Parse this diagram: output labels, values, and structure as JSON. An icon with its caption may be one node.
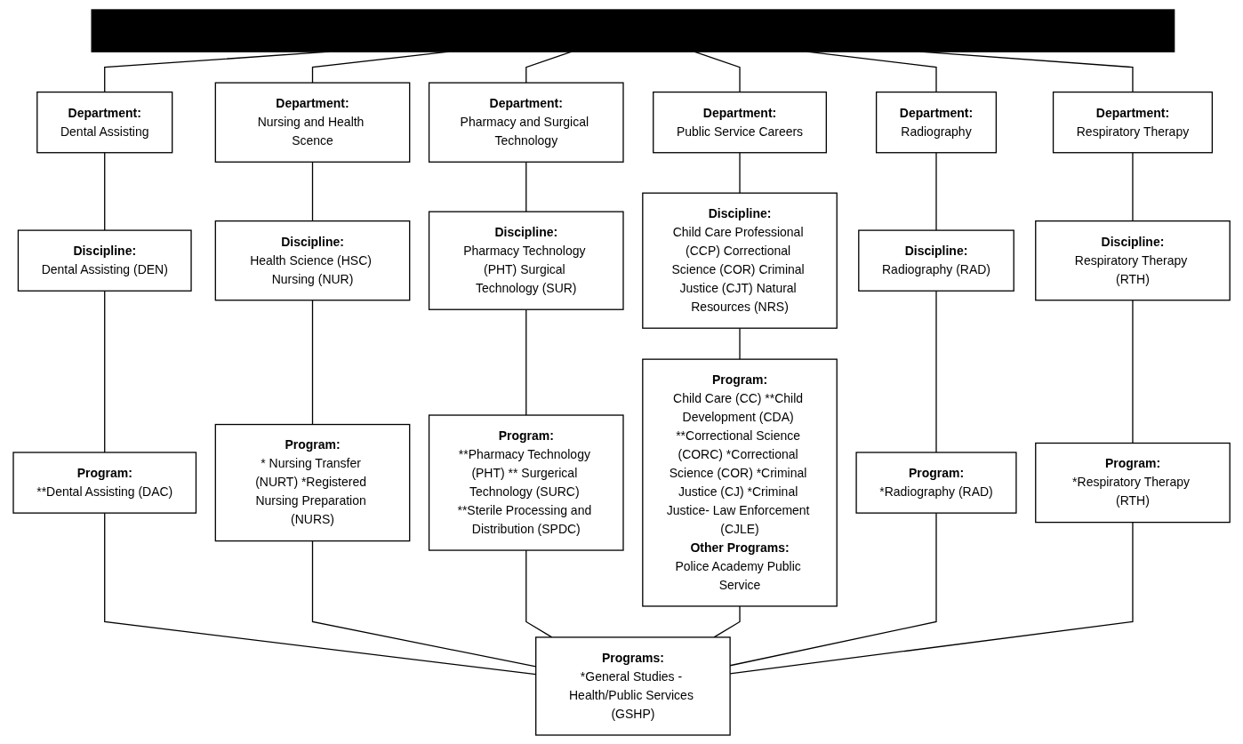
{
  "diagram": {
    "nodes": [
      {
        "text": [],
        "shape": "bar"
      },
      {
        "text": [
          "Department:",
          "Dental Assisting"
        ]
      },
      {
        "text": [
          "Discipline:",
          "Dental Assisting (DEN)"
        ]
      },
      {
        "text": [
          "Program:",
          "**Dental Assisting (DAC)"
        ]
      },
      {
        "text": [
          "Department:",
          "Nursing and Health Scence"
        ]
      },
      {
        "text": [
          "Discipline:",
          "Health Science (HSC) Nursing (NUR)"
        ]
      },
      {
        "text": [
          "Program:",
          "* Nursing Transfer (NURT) *Registered Nursing Preparation (NURS)"
        ]
      },
      {
        "text": [
          "Department:",
          "Pharmacy and Surgical Technology"
        ]
      },
      {
        "text": [
          "Discipline:",
          "Pharmacy Technology (PHT) Surgical Technology (SUR)"
        ]
      },
      {
        "text": [
          "Program:",
          "**Pharmacy Technology (PHT) ** Surgerical Technology (SURC) **Sterile Processing and Distribution (SPDC)"
        ]
      },
      {
        "text": [
          "Department:",
          "Public Service Careers"
        ]
      },
      {
        "text": [
          "Discipline:",
          "Child Care Professional (CCP) Correctional Science (COR) Criminal Justice (CJT) Natural Resources (NRS)"
        ]
      },
      {
        "text": [
          "Program:",
          "Child Care (CC) **Child Development (CDA) **Correctional Science (CORC) *Correctional Science (COR) *Criminal Justice (CJ) *Criminal Justice- Law Enforcement (CJLE)",
          "Other Programs:",
          "Police Academy Public Service"
        ]
      },
      {
        "text": [
          "Department:",
          "Radiography"
        ]
      },
      {
        "text": [
          "Discipline:",
          "Radiography (RAD)"
        ]
      },
      {
        "text": [
          "Program:",
          "*Radiography (RAD)"
        ]
      },
      {
        "text": [
          "Department:",
          "Respiratory Therapy"
        ]
      },
      {
        "text": [
          "Discipline:",
          "Respiratory Therapy (RTH)"
        ]
      },
      {
        "text": [
          "Program:",
          "*Respiratory Therapy (RTH)"
        ]
      },
      {
        "text": [
          "Programs:",
          "*General Studies - Health/Public Services (GSHP)"
        ]
      }
    ],
    "edges": [
      {
        "from": 0,
        "to": 1,
        "arrow": "none"
      },
      {
        "from": 0,
        "to": 4,
        "arrow": "none"
      },
      {
        "from": 0,
        "to": 7,
        "arrow": "none"
      },
      {
        "from": 0,
        "to": 10,
        "arrow": "none"
      },
      {
        "from": 0,
        "to": 13,
        "arrow": "none"
      },
      {
        "from": 0,
        "to": 16,
        "arrow": "none"
      },
      {
        "from": 1,
        "to": 2,
        "arrow": "none"
      },
      {
        "from": 4,
        "to": 5,
        "arrow": "none"
      },
      {
        "from": 7,
        "to": 8,
        "arrow": "none"
      },
      {
        "from": 10,
        "to": 11,
        "arrow": "none"
      },
      {
        "from": 13,
        "to": 14,
        "arrow": "none"
      },
      {
        "from": 16,
        "to": 17,
        "arrow": "none"
      },
      {
        "from": 2,
        "to": 3,
        "arrow": "none"
      },
      {
        "from": 5,
        "to": 6,
        "arrow": "none"
      },
      {
        "from": 8,
        "to": 9,
        "arrow": "none"
      },
      {
        "from": 11,
        "to": 12,
        "arrow": "none"
      },
      {
        "from": 14,
        "to": 15,
        "arrow": "none"
      },
      {
        "from": 17,
        "to": 18,
        "arrow": "none"
      },
      {
        "from": 3,
        "to": 19,
        "arrow": "none"
      },
      {
        "from": 6,
        "to": 19,
        "arrow": "none"
      },
      {
        "from": 9,
        "to": 19,
        "arrow": "none"
      },
      {
        "from": 12,
        "to": 19,
        "arrow": "none"
      },
      {
        "from": 15,
        "to": 19,
        "arrow": "none"
      },
      {
        "from": 18,
        "to": 19,
        "arrow": "none"
      }
    ]
  }
}
